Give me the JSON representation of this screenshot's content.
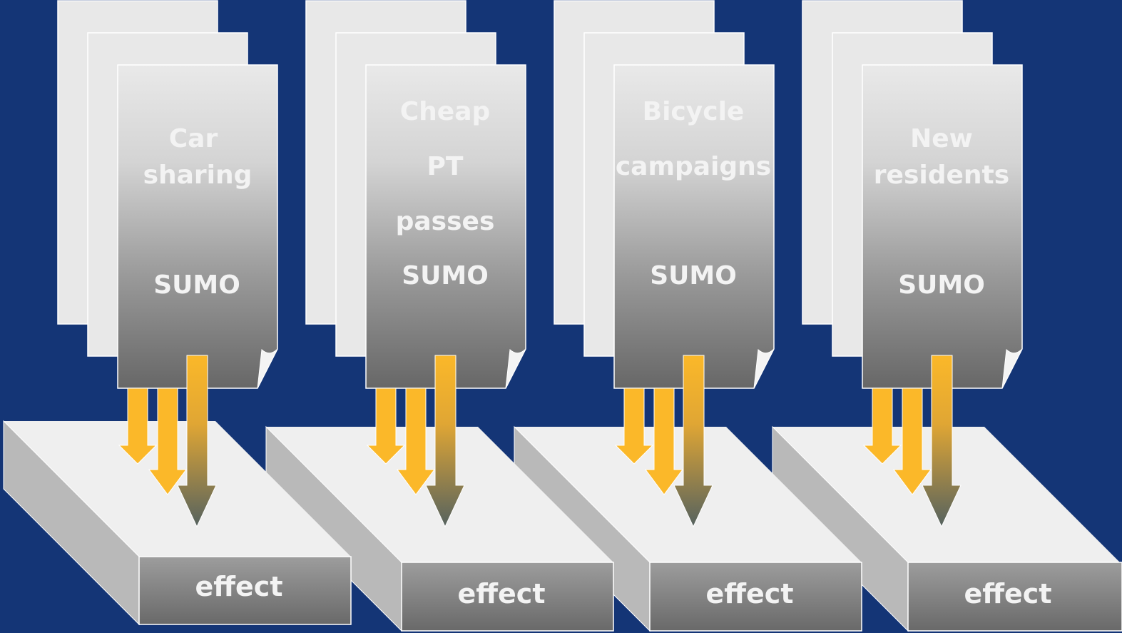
{
  "colors": {
    "background": "#143576",
    "sheet_back": "#e8e8e8",
    "slab_top": "#efefef",
    "slab_side": "#b9b9b9",
    "arrow_orange": "#fbb829",
    "arrow_dark": "#5a6662",
    "text": "#f3f3f3"
  },
  "groups": [
    {
      "title_lines": [
        "Car",
        "sharing"
      ],
      "model_label": "SUMO",
      "effect_label": "effect"
    },
    {
      "title_lines": [
        "Cheap",
        "PT",
        "passes"
      ],
      "model_label": "SUMO",
      "effect_label": "effect"
    },
    {
      "title_lines": [
        "Bicycle",
        "campaigns"
      ],
      "model_label": "SUMO",
      "effect_label": "effect"
    },
    {
      "title_lines": [
        "New",
        "residents"
      ],
      "model_label": "SUMO",
      "effect_label": "effect"
    }
  ]
}
